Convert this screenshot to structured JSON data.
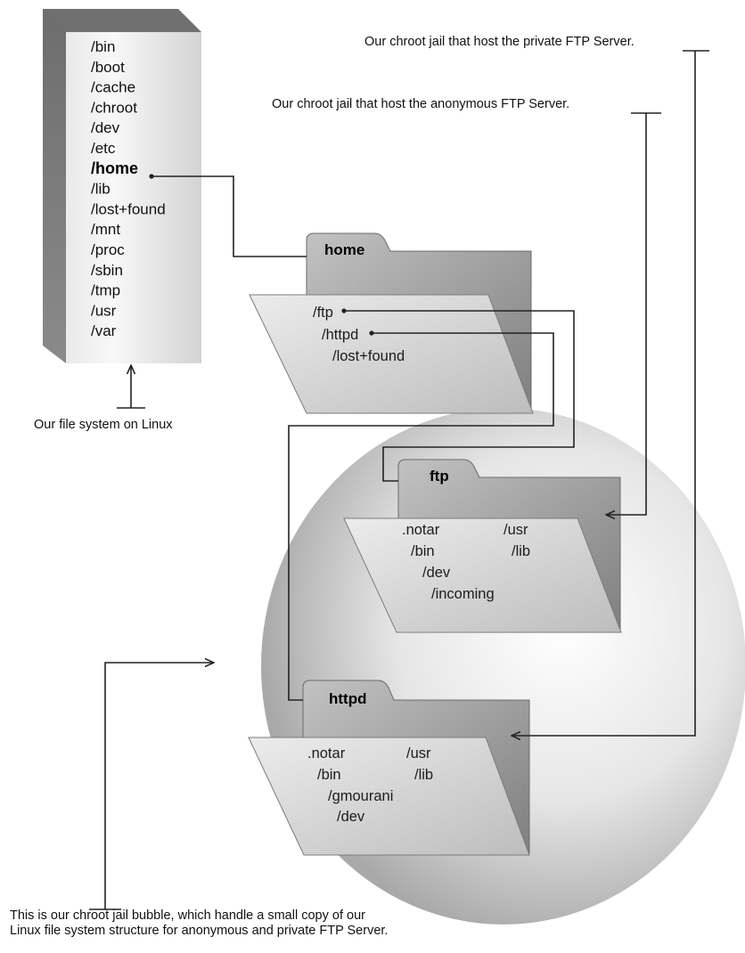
{
  "filesystem": {
    "entries": [
      "/bin",
      "/boot",
      "/cache",
      "/chroot",
      "/dev",
      "/etc",
      "/home",
      "/lib",
      "/lost+found",
      "/mnt",
      "/proc",
      "/sbin",
      "/tmp",
      "/usr",
      "/var"
    ],
    "highlighted": "/home",
    "caption": "Our file system on Linux"
  },
  "home_folder": {
    "tab_label": "home",
    "entries": [
      "/ftp",
      "/httpd",
      "/lost+found"
    ]
  },
  "ftp_folder": {
    "tab_label": "ftp",
    "entries": [
      ".notar",
      "/usr",
      "/bin",
      "/lib",
      "/dev",
      "/incoming"
    ]
  },
  "httpd_folder": {
    "tab_label": "httpd",
    "entries": [
      ".notar",
      "/usr",
      "/bin",
      "/lib",
      "/gmourani",
      "/dev"
    ]
  },
  "captions": {
    "private_ftp": "Our chroot jail that host the private FTP Server.",
    "anonymous_ftp": "Our chroot jail that host the anonymous FTP Server.",
    "bubble_line1": "This is our chroot jail bubble, which handle a small copy of our",
    "bubble_line2": "Linux file system structure for anonymous and private FTP Server."
  },
  "colors": {
    "panel_gray": "#c8c8c8",
    "folder_back": "#9a9a9a",
    "folder_front": "#d9d9d9",
    "bubble": "#cfcfcf",
    "line": "#222222"
  }
}
